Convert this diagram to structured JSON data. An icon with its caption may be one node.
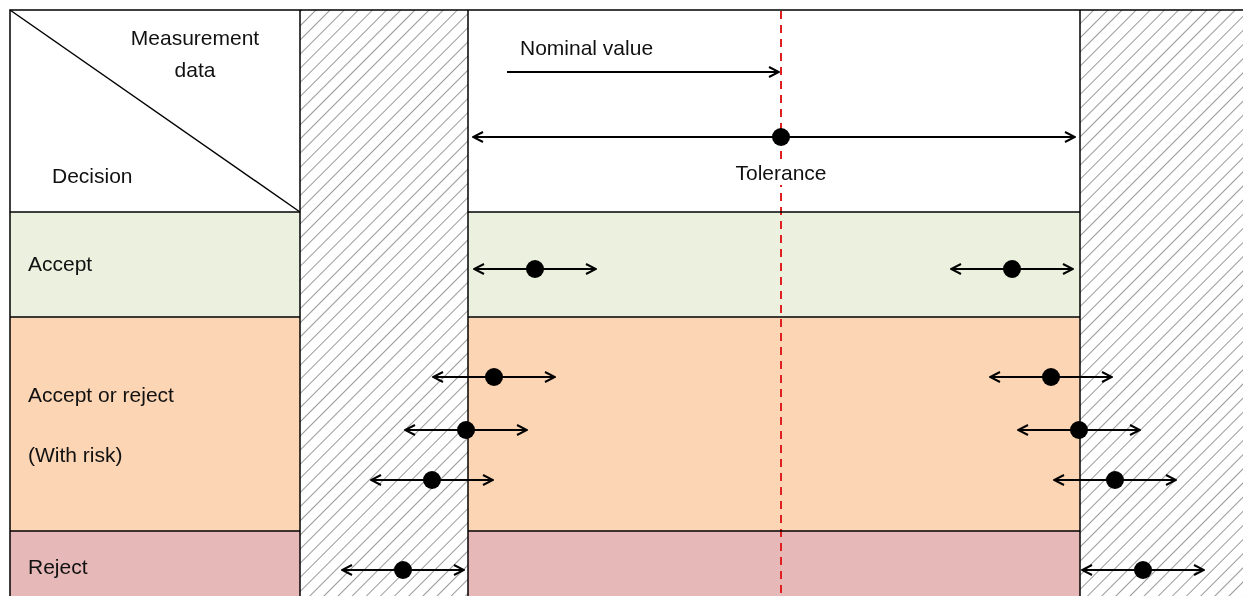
{
  "diagram": {
    "nodes": [
      {
        "text": [
          "Measurement data",
          "Decision"
        ]
      },
      {
        "text": [
          "Nominal value"
        ]
      },
      {
        "text": [],
        "shape": "line"
      },
      {
        "text": [
          "Accept"
        ]
      },
      {
        "text": [
          "Accept or reject",
          "(With risk)"
        ]
      },
      {
        "text": [
          "Reject"
        ]
      }
    ],
    "edges": [
      {
        "from": 1,
        "to": 2,
        "arrow": "to"
      }
    ],
    "labels": [
      "Tolerance"
    ]
  }
}
